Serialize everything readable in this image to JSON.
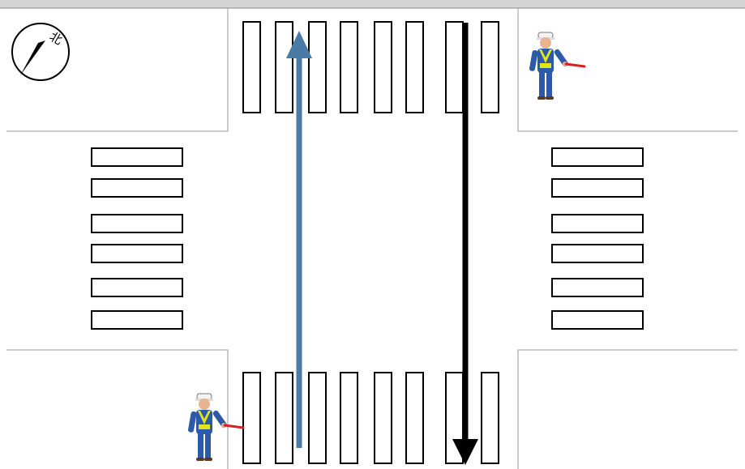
{
  "compass": {
    "label": "北",
    "icon": "north-compass-icon"
  },
  "crosswalks": {
    "north_stripe_count": 8,
    "south_stripe_count": 8,
    "west_stripe_count": 6,
    "east_stripe_count": 6
  },
  "arrows": [
    {
      "name": "northbound-arrow",
      "direction": "north",
      "color": "#4a7aa6"
    },
    {
      "name": "southbound-arrow",
      "direction": "south",
      "color": "#000000"
    }
  ],
  "traffic_guards": [
    {
      "name": "traffic-guard-northeast",
      "corner": "north-east",
      "icon": "traffic-guard-with-baton-icon"
    },
    {
      "name": "traffic-guard-southwest",
      "corner": "south-west",
      "icon": "traffic-guard-with-baton-icon"
    }
  ],
  "colors": {
    "background": "#ffffff",
    "outline": "#000000",
    "curb_line": "#999999",
    "top_bar": "#d4d4d4",
    "guard_uniform": "#2c5aa8",
    "guard_vest": "#e2e51a",
    "baton": "#d52020",
    "guard_skin": "#e8b48f"
  }
}
